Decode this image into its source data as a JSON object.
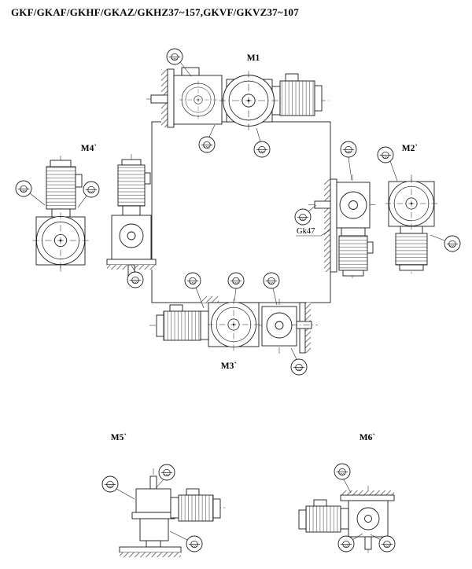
{
  "page": {
    "title": "GKF/GKAF/GKHF/GKAZ/GKHZ37~157,GKVF/GKVZ37~107"
  },
  "labels": {
    "m1": "M1",
    "m2": "M2`",
    "m3": "M3`",
    "m4": "M4`",
    "m5": "M5`",
    "m6": "M6`",
    "gk47": "Gk47"
  },
  "colors": {
    "line_art": "#1a1a1a",
    "background": "#ffffff"
  },
  "icons": {
    "oil_level_indicator": "circle with horizontal level line and hatched lower half"
  }
}
